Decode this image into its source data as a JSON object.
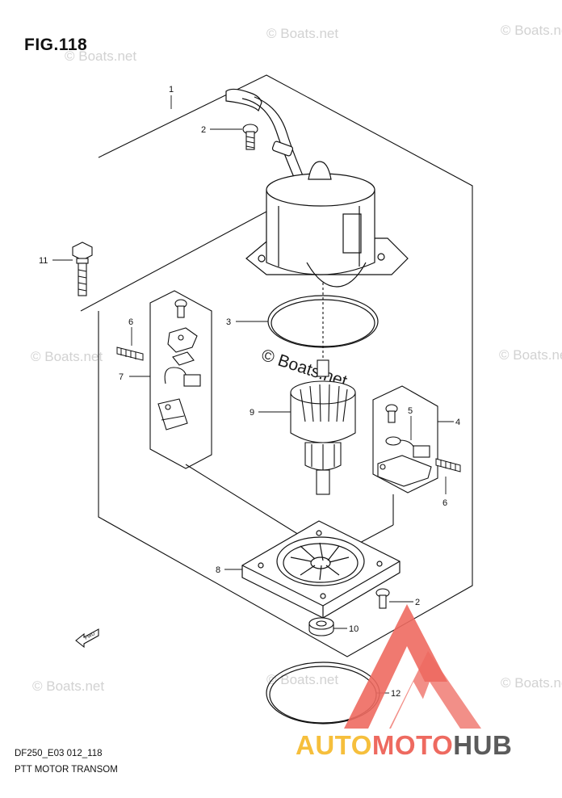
{
  "figure": {
    "title": "FIG.118"
  },
  "watermarks": {
    "text": "© Boats.net",
    "color": "#d2d2d2"
  },
  "callouts": [
    "1",
    "2",
    "3",
    "4",
    "5",
    "6",
    "7",
    "8",
    "9",
    "10",
    "11",
    "12"
  ],
  "footer": {
    "code": "DF250_E03 012_118",
    "caption": "PTT MOTOR TRANSOM"
  },
  "fwd_arrow_label": "FWD",
  "brand": {
    "part_a": "AUTO",
    "part_b": "MOTO",
    "part_c": "HUB",
    "colors": {
      "auto": "#f6bf3c",
      "moto": "#ee6a60",
      "hub": "#5b5b5b"
    }
  }
}
